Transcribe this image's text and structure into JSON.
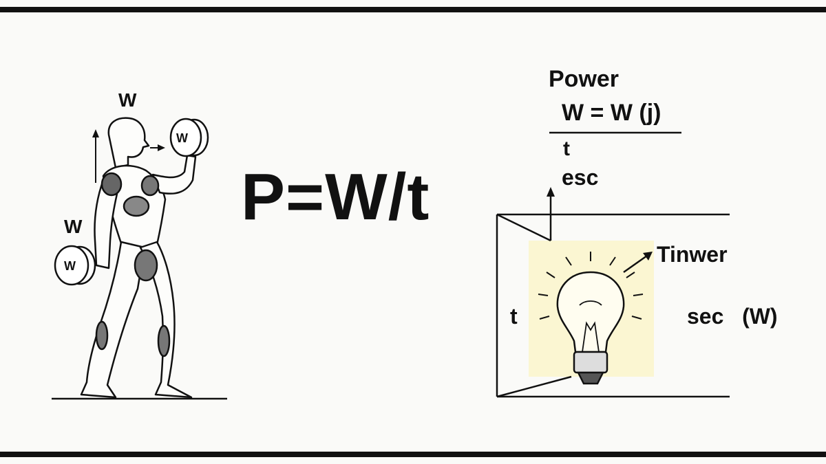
{
  "formula": "P=W/t",
  "weightlifter": {
    "label_top": "W",
    "label_left": "W",
    "dumbbell_right": "W",
    "dumbbell_left": "W"
  },
  "power_box": {
    "title": "Power",
    "numerator": "W = W (j)",
    "denominator_t": "t",
    "denominator_unit": "esc",
    "bulb_label": "Tinwer",
    "left_label": "t",
    "right_label": "sec   (W)"
  },
  "colors": {
    "ink": "#111111",
    "bulb_glow": "#fbf6d2",
    "background": "#fafaf8"
  }
}
